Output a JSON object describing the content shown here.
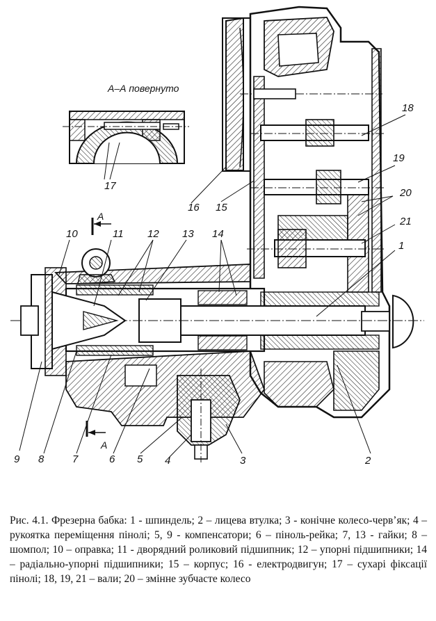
{
  "section_title": "А–А повернуто",
  "section_marks": [
    "А",
    "А"
  ],
  "labels": {
    "n1": "1",
    "n2": "2",
    "n3": "3",
    "n4": "4",
    "n5": "5",
    "n6": "6",
    "n7": "7",
    "n8": "8",
    "n9": "9",
    "n10": "10",
    "n11": "11",
    "n12": "12",
    "n13": "13",
    "n14": "14",
    "n15": "15",
    "n16": "16",
    "n17": "17",
    "n18": "18",
    "n19": "19",
    "n20": "20",
    "n21": "21"
  },
  "caption": "Рис. 4.1. Фрезерна бабка: 1 - шпиндель; 2 – лицева втулка; 3 - конічне колесо-черв’як; 4 – рукоятка переміщення пінолі; 5, 9 - компенсатори; 6 – піноль-рейка; 7, 13 - гайки; 8 – шомпол; 10 – оправка; 11 - дворядний роликовий підшипник; 12 – упорні підшипники; 14 – радіально-упорні підшипники; 15 – корпус; 16 - електродвигун; 17 – сухарі фіксації пінолі; 18, 19, 21 – вали; 20 – змінне зубчасте колесо"
}
